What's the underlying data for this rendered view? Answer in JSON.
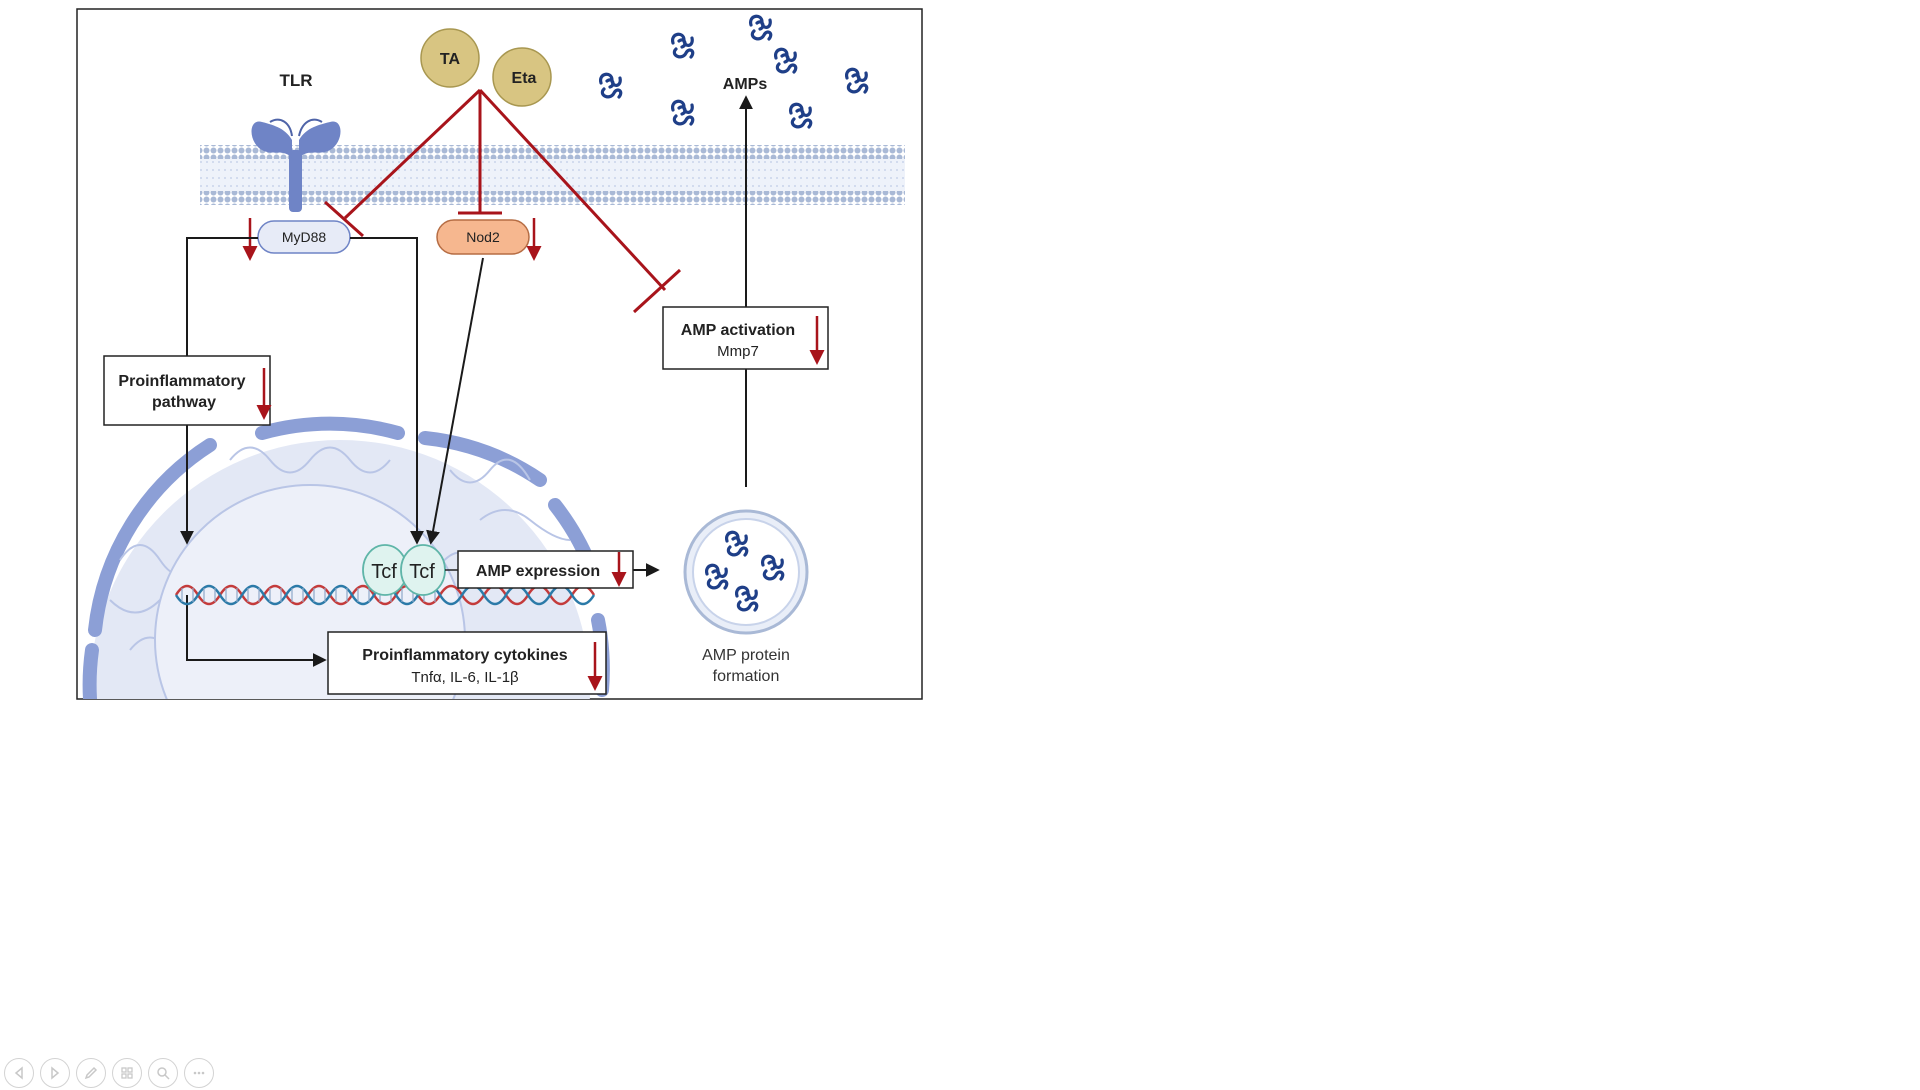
{
  "diagram": {
    "labels": {
      "tlr": "TLR",
      "ta": "TA",
      "eta": "Eta",
      "amps": "AMPs",
      "myd88": "MyD88",
      "nod2": "Nod2",
      "amp_activation_title": "AMP activation",
      "amp_activation_sub": "Mmp7",
      "proinflammatory_line1": "Proinflammatory",
      "proinflammatory_line2": "pathway",
      "tcf_left": "Tcf",
      "tcf_right": "Tcf",
      "amp_expression": "AMP expression",
      "cytokines_title": "Proinflammatory cytokines",
      "cytokines_sub": "Tnfα, IL-6, IL-1β",
      "amp_protein_line1": "AMP protein",
      "amp_protein_line2": "formation"
    },
    "colors": {
      "inhibition": "#a8141b",
      "down_arrow": "#a8141b",
      "membrane": "#a9b9d6",
      "nucleus": "#8c9fd6",
      "drug_fill": "#d8c582",
      "nod2_fill": "#f6b78f",
      "myd88_fill": "#e7ebf7",
      "peptide": "#1f3f88",
      "tcf_fill": "#dff3ef"
    }
  },
  "toolbar": {
    "buttons": [
      "previous-icon",
      "next-icon",
      "pen-icon",
      "slides-icon",
      "zoom-icon",
      "more-icon"
    ]
  }
}
